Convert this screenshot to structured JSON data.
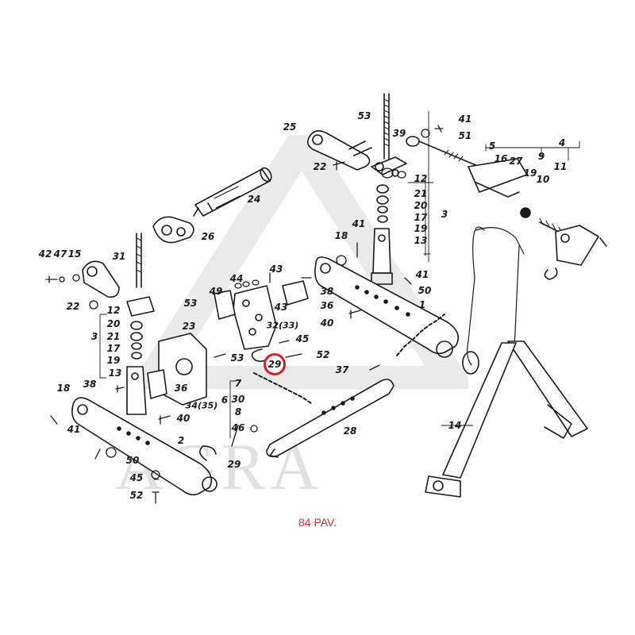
{
  "diagram": {
    "watermark_text": "AGRA",
    "caption": "84 PAV.",
    "highlighted_part": "29",
    "callouts": [
      {
        "id": "53a",
        "label": "53"
      },
      {
        "id": "25",
        "label": "25"
      },
      {
        "id": "39",
        "label": "39"
      },
      {
        "id": "41a",
        "label": "41"
      },
      {
        "id": "51",
        "label": "51"
      },
      {
        "id": "4",
        "label": "4"
      },
      {
        "id": "5",
        "label": "5"
      },
      {
        "id": "16",
        "label": "16"
      },
      {
        "id": "9",
        "label": "9"
      },
      {
        "id": "27",
        "label": "27"
      },
      {
        "id": "11",
        "label": "11"
      },
      {
        "id": "19a",
        "label": "19"
      },
      {
        "id": "10",
        "label": "10"
      },
      {
        "id": "22a",
        "label": "22"
      },
      {
        "id": "12a",
        "label": "12"
      },
      {
        "id": "21a",
        "label": "21"
      },
      {
        "id": "20a",
        "label": "20"
      },
      {
        "id": "17a",
        "label": "17"
      },
      {
        "id": "3a",
        "label": "3"
      },
      {
        "id": "19b",
        "label": "19"
      },
      {
        "id": "13a",
        "label": "13"
      },
      {
        "id": "24",
        "label": "24"
      },
      {
        "id": "26",
        "label": "26"
      },
      {
        "id": "18a",
        "label": "18"
      },
      {
        "id": "41b",
        "label": "41"
      },
      {
        "id": "42",
        "label": "42"
      },
      {
        "id": "47",
        "label": "47"
      },
      {
        "id": "15",
        "label": "15"
      },
      {
        "id": "31",
        "label": "31"
      },
      {
        "id": "43a",
        "label": "43"
      },
      {
        "id": "44",
        "label": "44"
      },
      {
        "id": "38a",
        "label": "38"
      },
      {
        "id": "50a",
        "label": "50"
      },
      {
        "id": "41c",
        "label": "41"
      },
      {
        "id": "1",
        "label": "1"
      },
      {
        "id": "49",
        "label": "49"
      },
      {
        "id": "43b",
        "label": "43"
      },
      {
        "id": "36a",
        "label": "36"
      },
      {
        "id": "22b",
        "label": "22"
      },
      {
        "id": "12b",
        "label": "12"
      },
      {
        "id": "53b",
        "label": "53"
      },
      {
        "id": "20b",
        "label": "20"
      },
      {
        "id": "3b",
        "label": "3"
      },
      {
        "id": "21b",
        "label": "21"
      },
      {
        "id": "17b",
        "label": "17"
      },
      {
        "id": "19c",
        "label": "19"
      },
      {
        "id": "13b",
        "label": "13"
      },
      {
        "id": "23",
        "label": "23"
      },
      {
        "id": "40a",
        "label": "40"
      },
      {
        "id": "32",
        "label": "32(33)"
      },
      {
        "id": "45a",
        "label": "45"
      },
      {
        "id": "52a",
        "label": "52"
      },
      {
        "id": "53c",
        "label": "53"
      },
      {
        "id": "37",
        "label": "37"
      },
      {
        "id": "38b",
        "label": "38"
      },
      {
        "id": "36b",
        "label": "36"
      },
      {
        "id": "34",
        "label": "34(35)"
      },
      {
        "id": "7",
        "label": "7"
      },
      {
        "id": "30",
        "label": "30"
      },
      {
        "id": "6",
        "label": "6"
      },
      {
        "id": "8",
        "label": "8"
      },
      {
        "id": "46",
        "label": "46"
      },
      {
        "id": "28",
        "label": "28"
      },
      {
        "id": "14",
        "label": "14"
      },
      {
        "id": "18b",
        "label": "18"
      },
      {
        "id": "41d",
        "label": "41"
      },
      {
        "id": "40b",
        "label": "40"
      },
      {
        "id": "2",
        "label": "2"
      },
      {
        "id": "50b",
        "label": "50"
      },
      {
        "id": "29b",
        "label": "29"
      },
      {
        "id": "45b",
        "label": "45"
      },
      {
        "id": "52b",
        "label": "52"
      }
    ]
  }
}
